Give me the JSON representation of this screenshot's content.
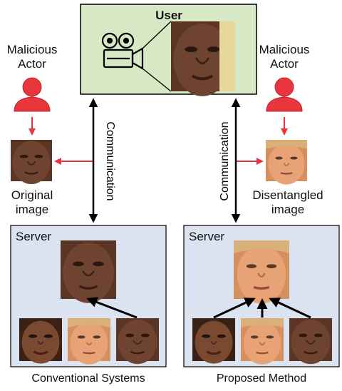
{
  "user_box": {
    "title": "User"
  },
  "left": {
    "actor_label_line1": "Malicious",
    "actor_label_line2": "Actor",
    "leak_label_line1": "Original",
    "leak_label_line2": "image",
    "server_title": "Server",
    "caption": "Conventional Systems"
  },
  "right": {
    "actor_label_line1": "Malicious",
    "actor_label_line2": "Actor",
    "leak_label_line1": "Disentangled",
    "leak_label_line2": "image",
    "server_title": "Server",
    "caption": "Proposed Method"
  },
  "channel_label": "Communication",
  "icons": {
    "camera": "video-camera-icon",
    "actor": "person-icon"
  },
  "colors": {
    "user_box_fill": "#d6e8c4",
    "server_box_fill": "#dbe3f1",
    "actor_red": "#e8363d",
    "arrow_red": "#e8363d",
    "arrow_black": "#000000"
  }
}
